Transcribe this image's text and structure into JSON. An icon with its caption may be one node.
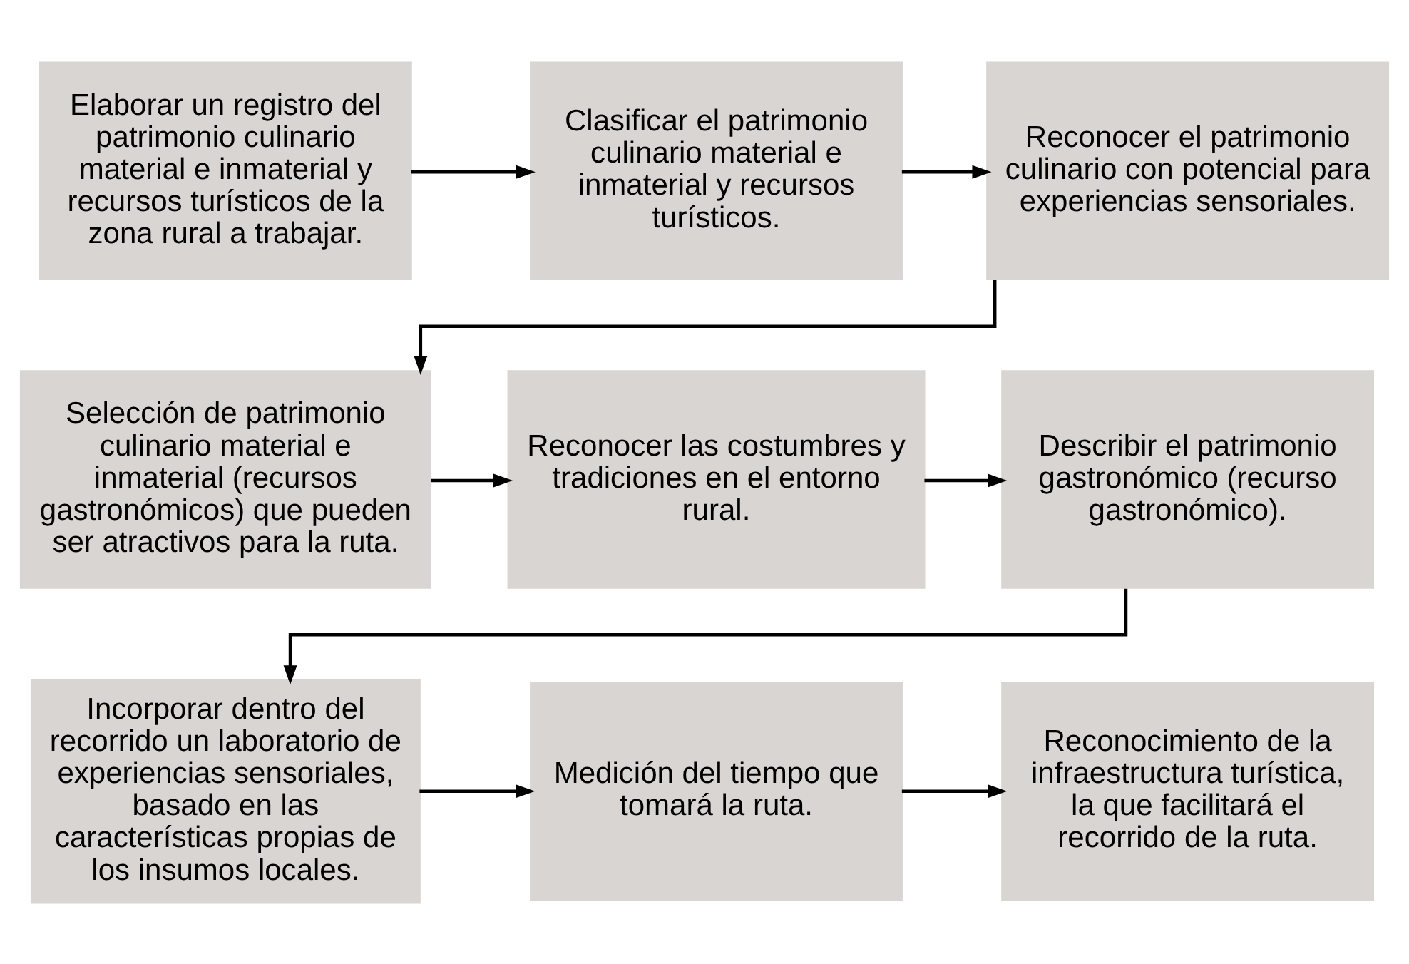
{
  "diagram": {
    "nodes": [
      {
        "text": [
          "Elaborar un registro del patrimonio culinario material e inmaterial y recursos turísticos de la zona rural a trabajar."
        ]
      },
      {
        "text": [
          "Clasificar el patrimonio culinario material e inmaterial y recursos turísticos."
        ]
      },
      {
        "text": [
          "Reconocer el patrimonio culinario con potencial para experiencias sensoriales."
        ]
      },
      {
        "text": [
          "Selección de patrimonio culinario material e inmaterial (recursos gastronómicos) que pueden ser atractivos para la ruta."
        ]
      },
      {
        "text": [
          "Reconocer las costumbres y tradiciones en el entorno rural."
        ]
      },
      {
        "text": [
          "Describir el patrimonio gastronómico (recurso gastronómico)."
        ]
      },
      {
        "text": [
          "Incorporar dentro del recorrido un laboratorio de experiencias sensoriales, basado en las características propias de los insumos locales."
        ]
      },
      {
        "text": [
          "Medición del tiempo que tomará la ruta."
        ]
      },
      {
        "text": [
          "Reconocimiento de la infraestructura turística, la que facilitará el recorrido de la ruta."
        ]
      }
    ],
    "edges": [
      {
        "from": 0,
        "to": 1,
        "arrow": "to"
      },
      {
        "from": 1,
        "to": 2,
        "arrow": "to"
      },
      {
        "from": 2,
        "to": 3,
        "arrow": "to"
      },
      {
        "from": 3,
        "to": 4,
        "arrow": "to"
      },
      {
        "from": 4,
        "to": 5,
        "arrow": "to"
      },
      {
        "from": 5,
        "to": 6,
        "arrow": "to"
      },
      {
        "from": 6,
        "to": 7,
        "arrow": "to"
      },
      {
        "from": 7,
        "to": 8,
        "arrow": "to"
      }
    ]
  }
}
